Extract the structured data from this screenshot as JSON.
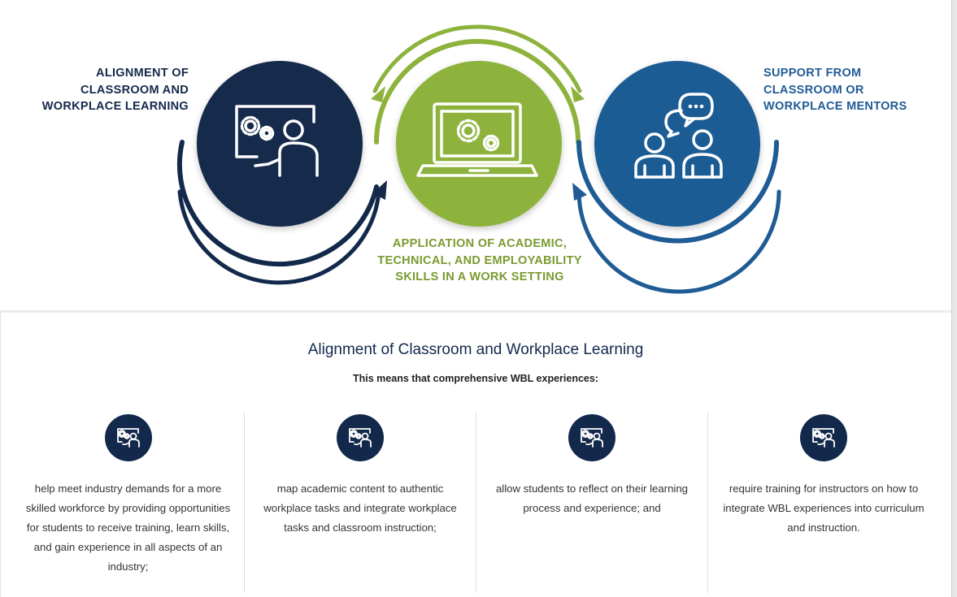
{
  "hero": {
    "left_label": [
      "ALIGNMENT OF",
      "CLASSROOM AND",
      "WORKPLACE LEARNING"
    ],
    "right_label": [
      "SUPPORT FROM",
      "CLASSROOM OR",
      "WORKPLACE MENTORS"
    ],
    "center_label": [
      "APPLICATION OF ACADEMIC,",
      "TECHNICAL, AND EMPLOYABILITY",
      "SKILLS IN A WORK SETTING"
    ],
    "icons": [
      "classroom-instructor-icon",
      "laptop-gears-icon",
      "mentors-chat-icon"
    ]
  },
  "colors": {
    "navy": "#13294b",
    "green": "#8db33d",
    "blue": "#1f5b94",
    "green_text": "#7a9a2f"
  },
  "section": {
    "title": "Alignment of Classroom and Workplace Learning",
    "subtitle": "This means that comprehensive WBL experiences:"
  },
  "items": [
    {
      "icon": "classroom-instructor-icon",
      "text": "help meet industry demands for a more skilled workforce by providing opportunities for students to receive training, learn skills, and gain experience in all aspects of an industry;"
    },
    {
      "icon": "classroom-instructor-icon",
      "text": "map academic content to authentic workplace tasks and integrate workplace tasks and classroom instruction;"
    },
    {
      "icon": "classroom-instructor-icon",
      "text": "allow students to reflect on their learning process and experience; and"
    },
    {
      "icon": "classroom-instructor-icon",
      "text": "require training for instructors on how to integrate WBL experiences into curriculum and instruction."
    }
  ]
}
